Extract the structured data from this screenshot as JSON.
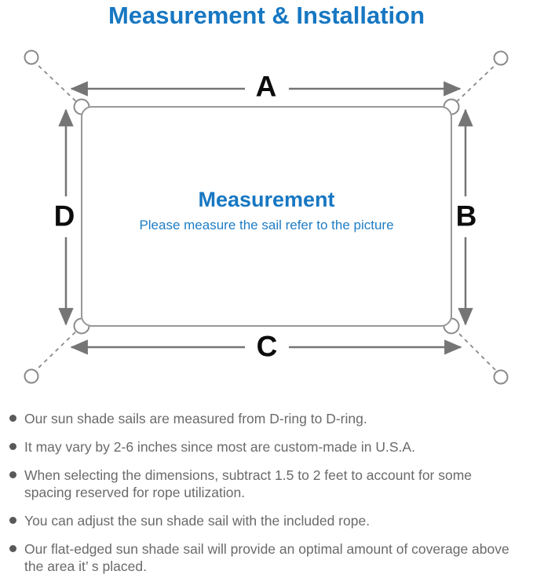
{
  "page": {
    "title": "Measurement & Installation"
  },
  "diagram": {
    "labels": {
      "top": "A",
      "right": "B",
      "bottom": "C",
      "left": "D"
    },
    "center_title": "Measurement",
    "center_subtitle": "Please measure the sail refer to the picture"
  },
  "notes": {
    "items": [
      "Our sun shade sails are measured from D-ring to D-ring.",
      "It may vary by 2-6 inches since most are custom-made in U.S.A.",
      "When selecting the dimensions, subtract 1.5 to 2 feet to account for some spacing reserved for rope utilization.",
      "You can adjust the sun shade sail with the included rope.",
      "Our flat-edged sun shade sail will provide an optimal amount of coverage above the area it’ s placed."
    ]
  },
  "colors": {
    "accent_blue": "#1777c2",
    "outline_gray": "#989898",
    "arrow_gray": "#757575",
    "label_black": "#0c0c0c",
    "note_gray": "#6a6a6a"
  }
}
